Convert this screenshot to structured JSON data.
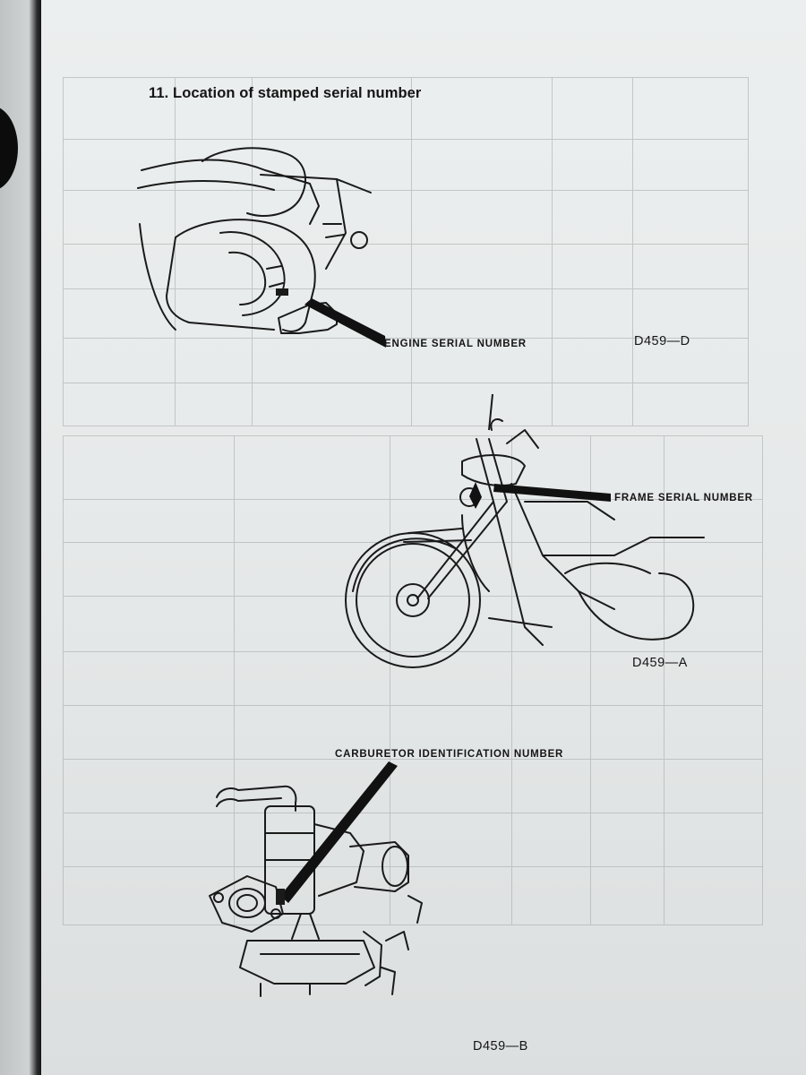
{
  "section": {
    "title": "11. Location of stamped serial number"
  },
  "figures": [
    {
      "id": "engine",
      "callout": "ENGINE SERIAL NUMBER",
      "code": "D459—D"
    },
    {
      "id": "frame",
      "callout": "FRAME SERIAL NUMBER",
      "code": "D459—A"
    },
    {
      "id": "carburetor",
      "callout": "CARBURETOR IDENTIFICATION NUMBER",
      "code": "D459—B"
    }
  ]
}
